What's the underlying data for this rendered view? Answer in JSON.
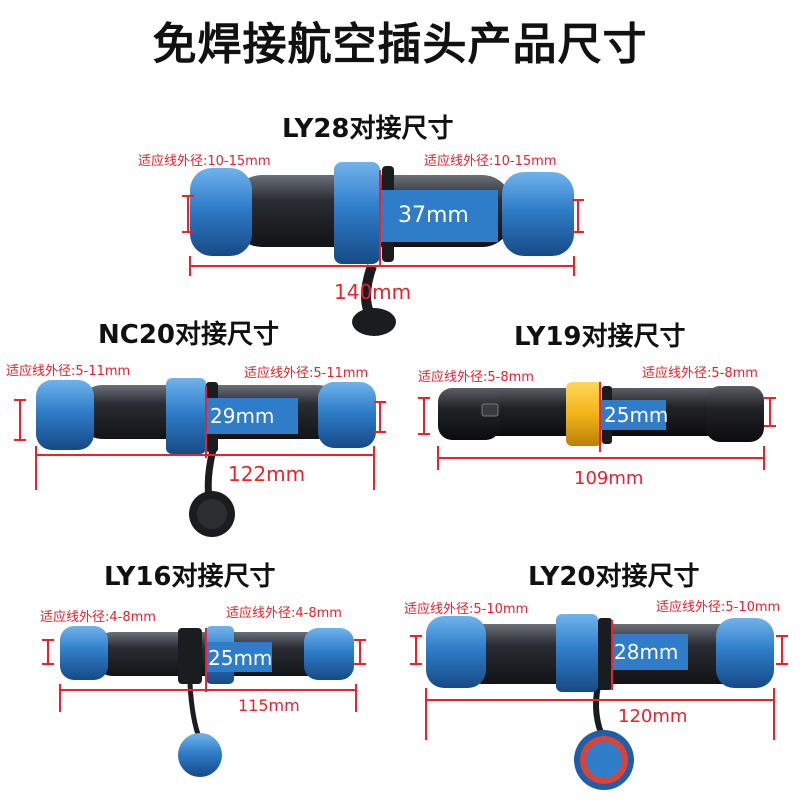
{
  "title": "免焊接航空插头产品尺寸",
  "colors": {
    "blue": "#2f7dc9",
    "red": "#e8232a",
    "body": "#2a2d33",
    "yellow": "#f2b418"
  },
  "products": {
    "ly28": {
      "name": "LY28对接尺寸",
      "cable_left": "适应线外径:10-15mm",
      "cable_right": "适应线外径:10-15mm",
      "diameter": "37mm",
      "length": "140mm"
    },
    "nc20": {
      "name": "NC20对接尺寸",
      "cable_left": "适应线外径:5-11mm",
      "cable_right": "适应线外径:5-11mm",
      "diameter": "29mm",
      "length": "122mm"
    },
    "ly19": {
      "name": "LY19对接尺寸",
      "cable_left": "适应线外径:5-8mm",
      "cable_right": "适应线外径:5-8mm",
      "diameter": "25mm",
      "length": "109mm"
    },
    "ly16": {
      "name": "LY16对接尺寸",
      "cable_left": "适应线外径:4-8mm",
      "cable_right": "适应线外径:4-8mm",
      "diameter": "25mm",
      "length": "115mm"
    },
    "ly20": {
      "name": "LY20对接尺寸",
      "cable_left": "适应线外径:5-10mm",
      "cable_right": "适应线外径:5-10mm",
      "diameter": "28mm",
      "length": "120mm"
    }
  }
}
